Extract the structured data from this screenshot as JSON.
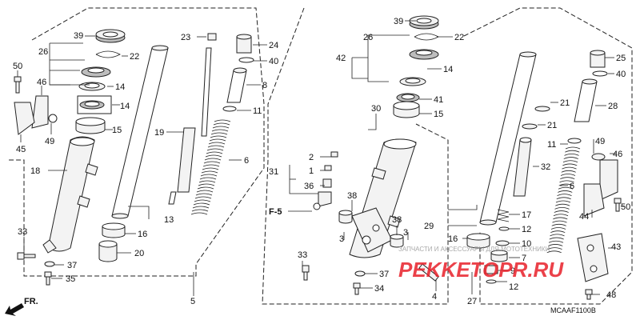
{
  "callouts_left": [
    "39",
    "26",
    "22",
    "14",
    "14",
    "15",
    "50",
    "46",
    "45",
    "49",
    "18",
    "33",
    "37",
    "35",
    "23",
    "24",
    "40",
    "8",
    "11",
    "19",
    "6",
    "13",
    "16",
    "20",
    "5"
  ],
  "callouts_mid": [
    "30",
    "2",
    "31",
    "1",
    "36",
    "38",
    "38",
    "3",
    "3",
    "33",
    "37",
    "34",
    "4",
    "F-5"
  ],
  "callouts_right": [
    "39",
    "26",
    "22",
    "42",
    "14",
    "41",
    "15",
    "25",
    "40",
    "28",
    "21",
    "21",
    "11",
    "32",
    "49",
    "46",
    "6",
    "17",
    "12",
    "29",
    "16",
    "10",
    "7",
    "9",
    "12",
    "27",
    "44",
    "50",
    "43",
    "48"
  ],
  "diagram_code": "MCAAF1100B",
  "direction_label": "FR.",
  "watermark": {
    "brand": "PEKKETOPR.RU",
    "tagline": "ЗАПЧАСТИ И АКСЕССУАРЫ ДЛЯ МОТОТЕХНИКИ",
    "brand_color": "#e8202a"
  }
}
